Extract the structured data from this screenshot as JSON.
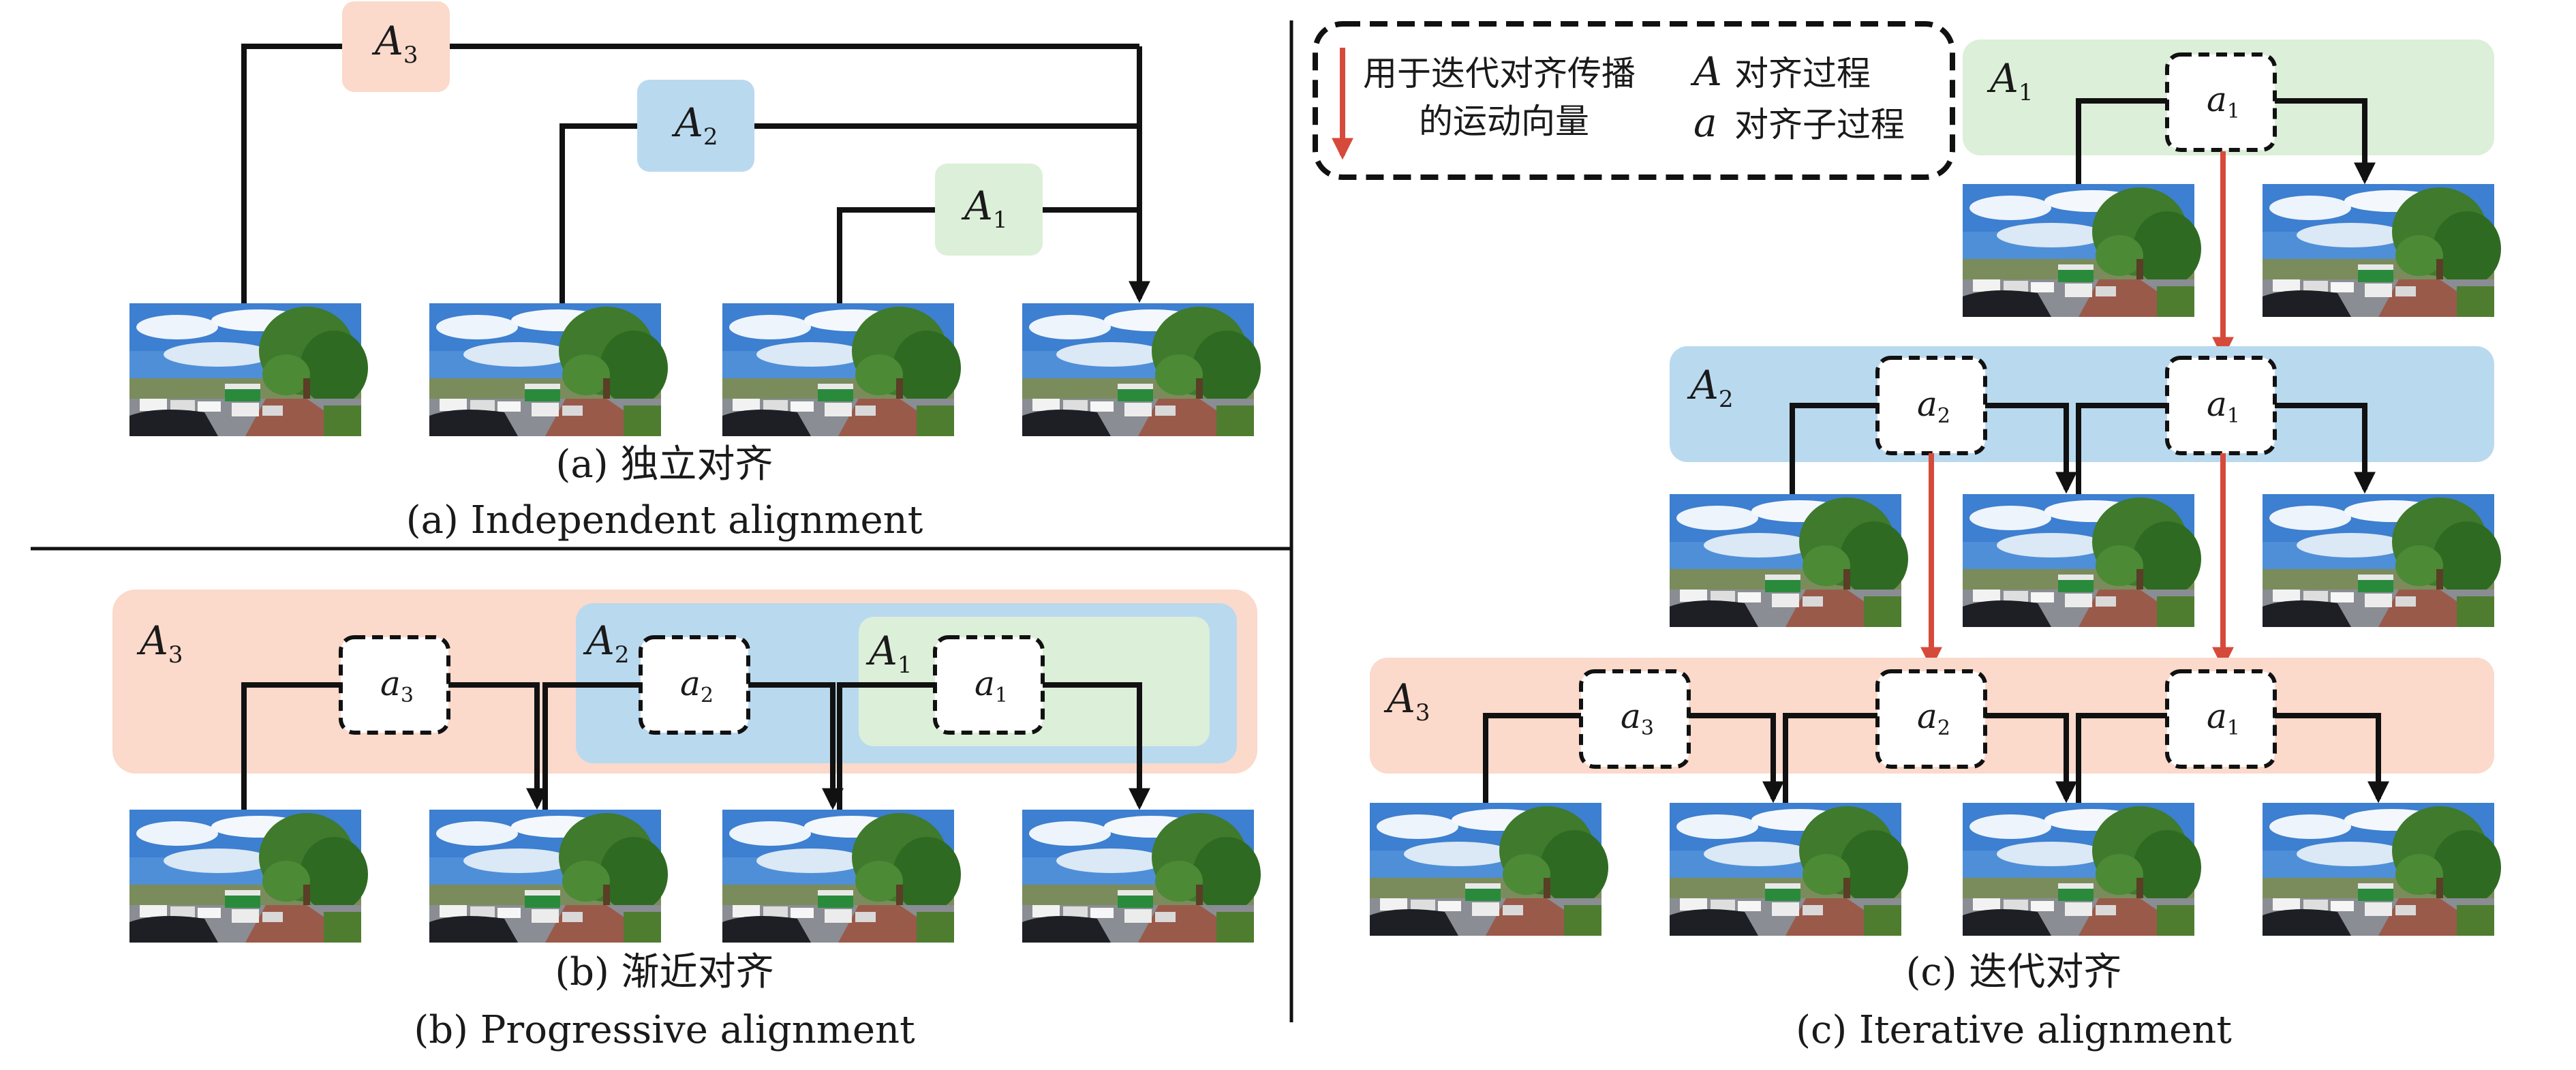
{
  "colors": {
    "A1": "#dcefd8",
    "A2": "#b9d9ef",
    "A3": "#fbd9cb",
    "propagation_arrow": "#d64a3b"
  },
  "legend": {
    "motion_line1": "用于迭代对齐传播",
    "motion_line2": "的运动向量",
    "A_symbol": "A",
    "A_text": "对齐过程",
    "a_symbol": "a",
    "a_text": "对齐子过程"
  },
  "panels": {
    "a": {
      "caption_cn": "(a) 独立对齐",
      "caption_en": "(a) Independent alignment",
      "labels": [
        {
          "main": "A",
          "sub": "3"
        },
        {
          "main": "A",
          "sub": "2"
        },
        {
          "main": "A",
          "sub": "1"
        }
      ]
    },
    "b": {
      "caption_cn": "(b) 渐近对齐",
      "caption_en": "(b) Progressive alignment",
      "region_labels": [
        {
          "main": "A",
          "sub": "3"
        },
        {
          "main": "A",
          "sub": "2"
        },
        {
          "main": "A",
          "sub": "1"
        }
      ],
      "sub_labels": [
        {
          "main": "a",
          "sub": "3"
        },
        {
          "main": "a",
          "sub": "2"
        },
        {
          "main": "a",
          "sub": "1"
        }
      ]
    },
    "c": {
      "caption_cn": "(c) 迭代对齐",
      "caption_en": "(c) Iterative alignment",
      "region_labels": [
        {
          "main": "A",
          "sub": "1"
        },
        {
          "main": "A",
          "sub": "2"
        },
        {
          "main": "A",
          "sub": "3"
        }
      ],
      "row1": [
        {
          "main": "a",
          "sub": "1"
        }
      ],
      "row2": [
        {
          "main": "a",
          "sub": "2"
        },
        {
          "main": "a",
          "sub": "1"
        }
      ],
      "row3": [
        {
          "main": "a",
          "sub": "3"
        },
        {
          "main": "a",
          "sub": "2"
        },
        {
          "main": "a",
          "sub": "1"
        }
      ]
    }
  }
}
